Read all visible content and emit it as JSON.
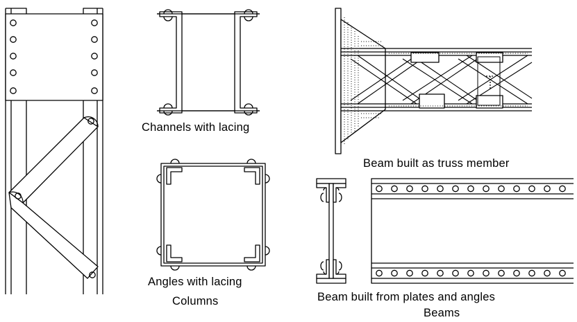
{
  "captions": {
    "channels_with_lacing": "Channels with lacing",
    "angles_with_lacing": "Angles with lacing",
    "columns": "Columns",
    "beam_truss": "Beam built as truss member",
    "beam_plates_angles": "Beam built from plates and angles",
    "beams": "Beams"
  },
  "colors": {
    "line": "#000000",
    "background": "#ffffff"
  }
}
